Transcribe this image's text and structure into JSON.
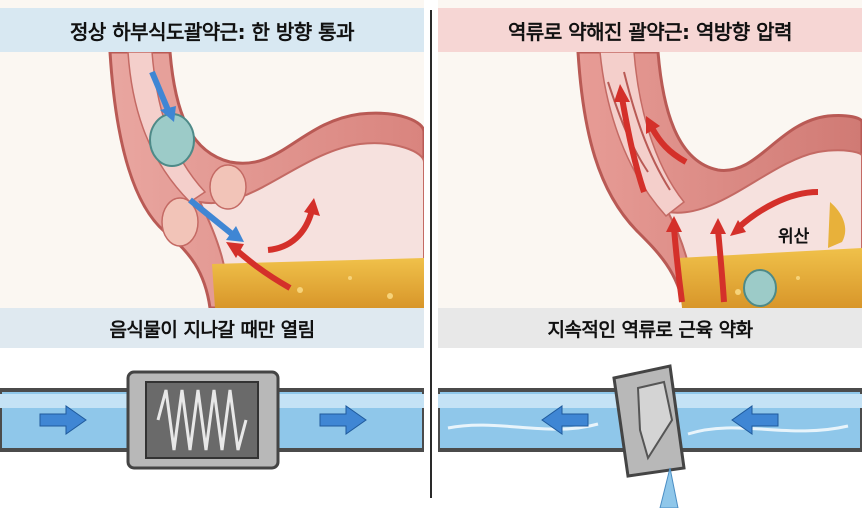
{
  "left_panel": {
    "title": "정상 하부식도괄약근: 한 방향 통과",
    "subtitle": "음식물이 지나갈 때만 열림"
  },
  "right_panel": {
    "title": "역류로 약해진 괄약근: 역방향 압력",
    "subtitle": "지속적인 역류로 근육 약화",
    "stomach_label": "위산"
  },
  "colors": {
    "tissue": "#e8a09a",
    "tissue_dark": "#b95a55",
    "acid": "#e8b13a",
    "water": "#8fc7ea",
    "flow_arrow": "#3f86d4",
    "reflux_arrow": "#d4302a"
  }
}
